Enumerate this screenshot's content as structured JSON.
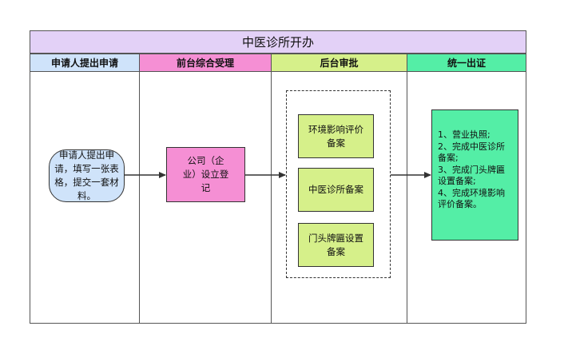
{
  "title": "中医诊所开办",
  "lanes": [
    {
      "label": "申请人提出申请",
      "color": "#cfe3fa"
    },
    {
      "label": "前台综合受理",
      "color": "#f58fd4"
    },
    {
      "label": "后台审批",
      "color": "#d6f08a"
    },
    {
      "label": "统一出证",
      "color": "#54eea6"
    }
  ],
  "nodes": {
    "start": {
      "label": "申请人提出申请，填写一张表格，提交一套材料。"
    },
    "register": {
      "label": "公司（企业）设立登记"
    },
    "env": {
      "label": "环境影响评价备案"
    },
    "clinic": {
      "label": "中医诊所备案"
    },
    "sign": {
      "label": "门头牌匾设置备案"
    },
    "result": {
      "lines": [
        "1、营业执照;",
        "2、完成中医诊所备案;",
        "3、完成门头牌匾设置备案;",
        "4、完成环境影响评价备案。"
      ]
    }
  }
}
